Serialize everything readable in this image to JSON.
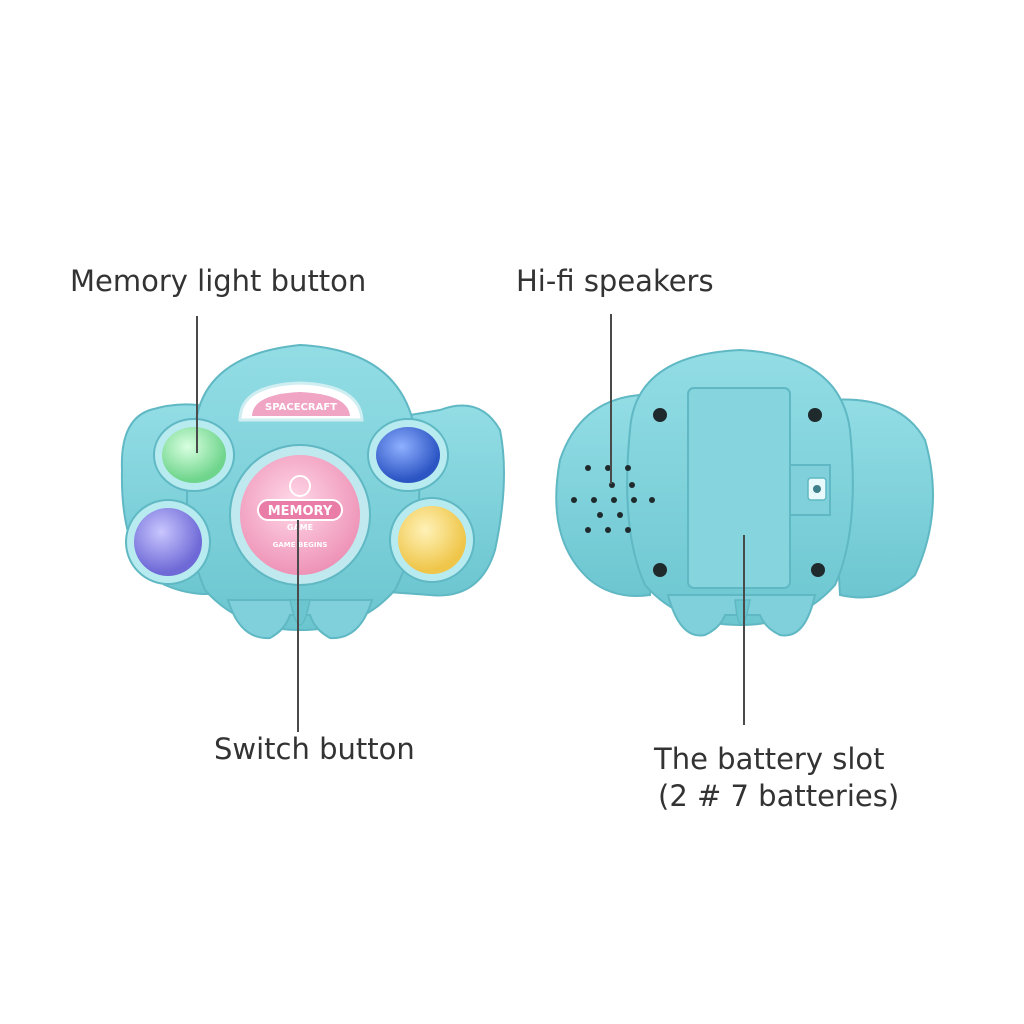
{
  "labels": {
    "memory_light_button": "Memory light button",
    "hifi_speakers": "Hi-fi speakers",
    "switch_button": "Switch button",
    "battery_slot_line1": "The battery slot",
    "battery_slot_line2": "(2 # 7 batteries)"
  },
  "front_device": {
    "top_badge": "SPACECRAFT",
    "center_title": "MEMORY",
    "center_subtitle": "GAME",
    "center_caption": "GAME BEGINS"
  },
  "colors": {
    "body": "#7fd3dc",
    "body_shadow": "#5fb8c3",
    "green_button": "#8fe3a0",
    "blue_button": "#3f6fd8",
    "purple_button": "#8a86e6",
    "yellow_button": "#f2d36a",
    "center_pink": "#f3a7c3",
    "badge_pink": "#e98ab0",
    "leader_line": "#4a4a4a",
    "text": "#333333"
  },
  "icons": [
    "speaker-grille-icon",
    "screw-icon",
    "battery-cover-icon"
  ]
}
